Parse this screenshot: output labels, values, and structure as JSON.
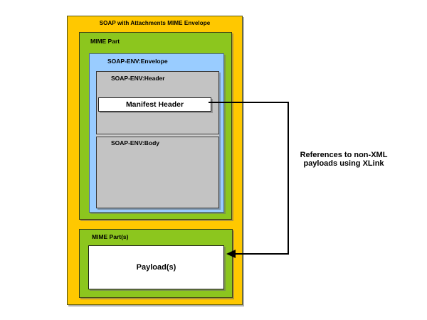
{
  "diagram": {
    "envelope_label": "SOAP with Attachments MIME Envelope",
    "mime_part_label": "MIME Part",
    "soap_envelope_label": "SOAP-ENV:Envelope",
    "soap_header_label": "SOAP-ENV:Header",
    "manifest_header_label": "Manifest Header",
    "soap_body_label": "SOAP-ENV:Body",
    "mime_parts_label": "MIME Part(s)",
    "payloads_label": "Payload(s)",
    "annotation_line1": "References to non-XML",
    "annotation_line2": "payloads using XLink"
  },
  "colors": {
    "envelope_yellow": "#FFC800",
    "mime_green": "#8CC61E",
    "soap_blue": "#99CCFF",
    "section_gray": "#C3C3C3",
    "box_white": "#FFFFFF",
    "arrow_black": "#000000"
  }
}
